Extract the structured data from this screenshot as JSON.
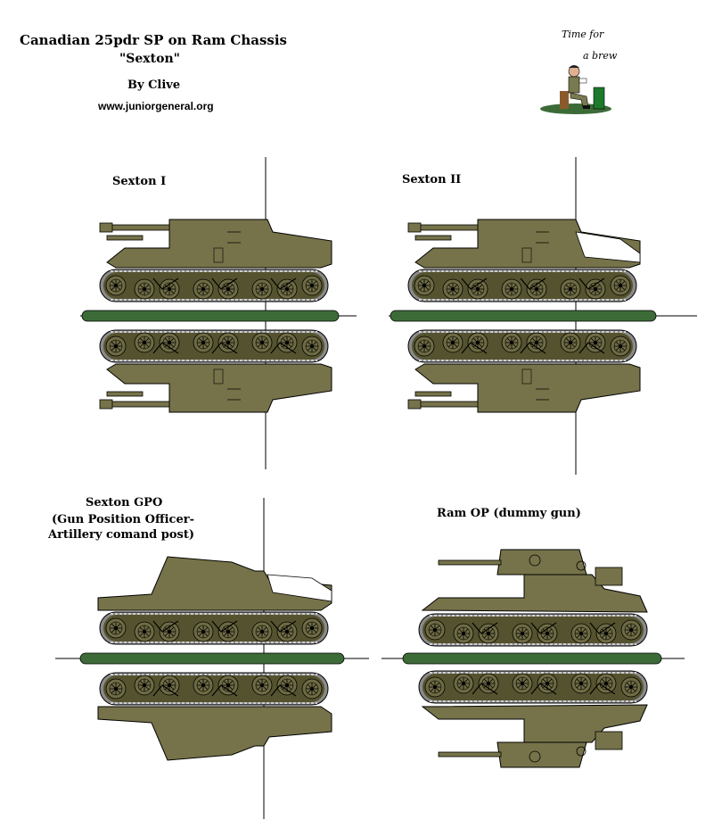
{
  "header": {
    "title": "Canadian  25pdr SP on Ram Chassis",
    "subtitle": "\"Sexton\"",
    "byline": "By Clive",
    "website": "www.juniorgeneral.org"
  },
  "mascot": {
    "caption_line1": "Time for",
    "caption_line2": "a brew"
  },
  "vehicles": [
    {
      "label": "Sexton I"
    },
    {
      "label": "Sexton II"
    },
    {
      "label_line1": "Sexton GPO",
      "label_line2": "(Gun Position Officer-",
      "label_line3": "Artillery comand post)"
    },
    {
      "label": "Ram OP (dummy gun)"
    }
  ],
  "colors": {
    "olive": "#76734a",
    "olive_dark": "#55532f",
    "track": "#8a8a8a",
    "base": "#3c6b38"
  }
}
